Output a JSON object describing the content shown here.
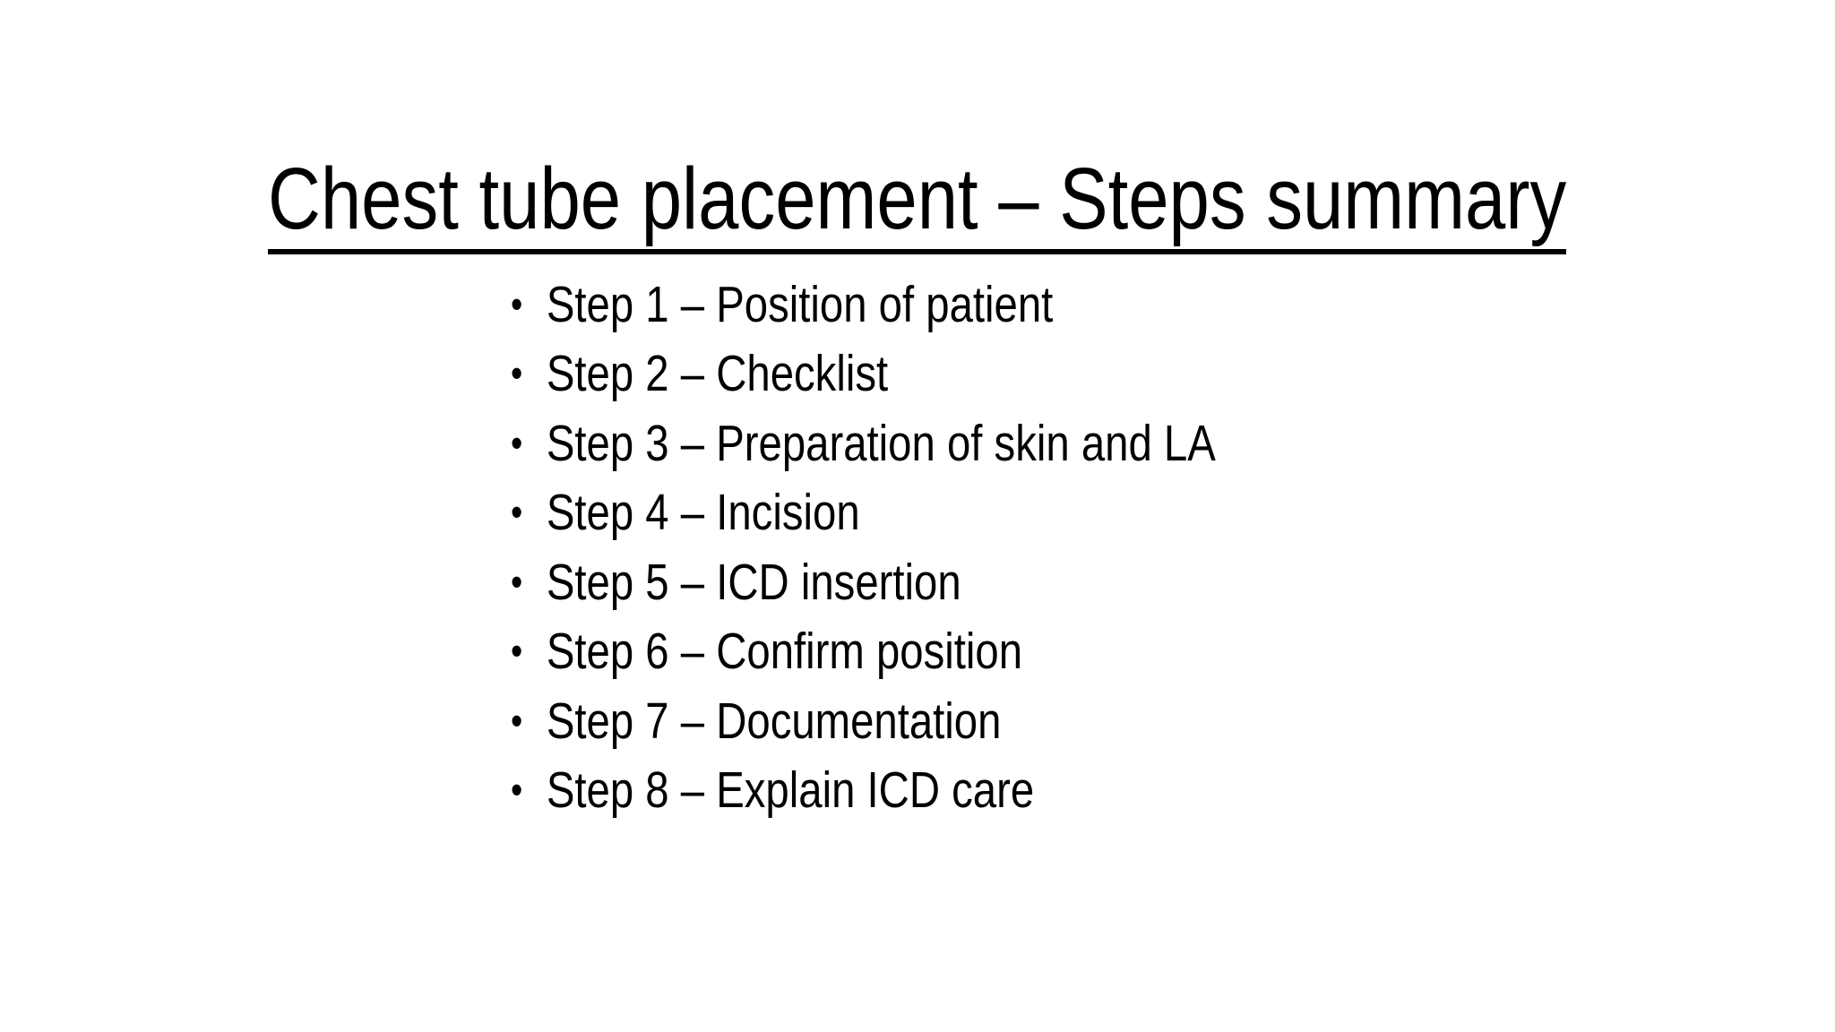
{
  "slide": {
    "title": "Chest tube placement – Steps summary",
    "bullet_glyph": "•",
    "bullets": [
      "Step 1 – Position of patient",
      "Step 2 – Checklist",
      "Step 3 – Preparation of skin and LA",
      "Step 4 – Incision",
      "Step 5 – ICD insertion",
      "Step 6 – Confirm position",
      "Step 7 – Documentation",
      "Step 8 – Explain ICD care"
    ],
    "colors": {
      "background": "#ffffff",
      "text": "#000000"
    }
  }
}
